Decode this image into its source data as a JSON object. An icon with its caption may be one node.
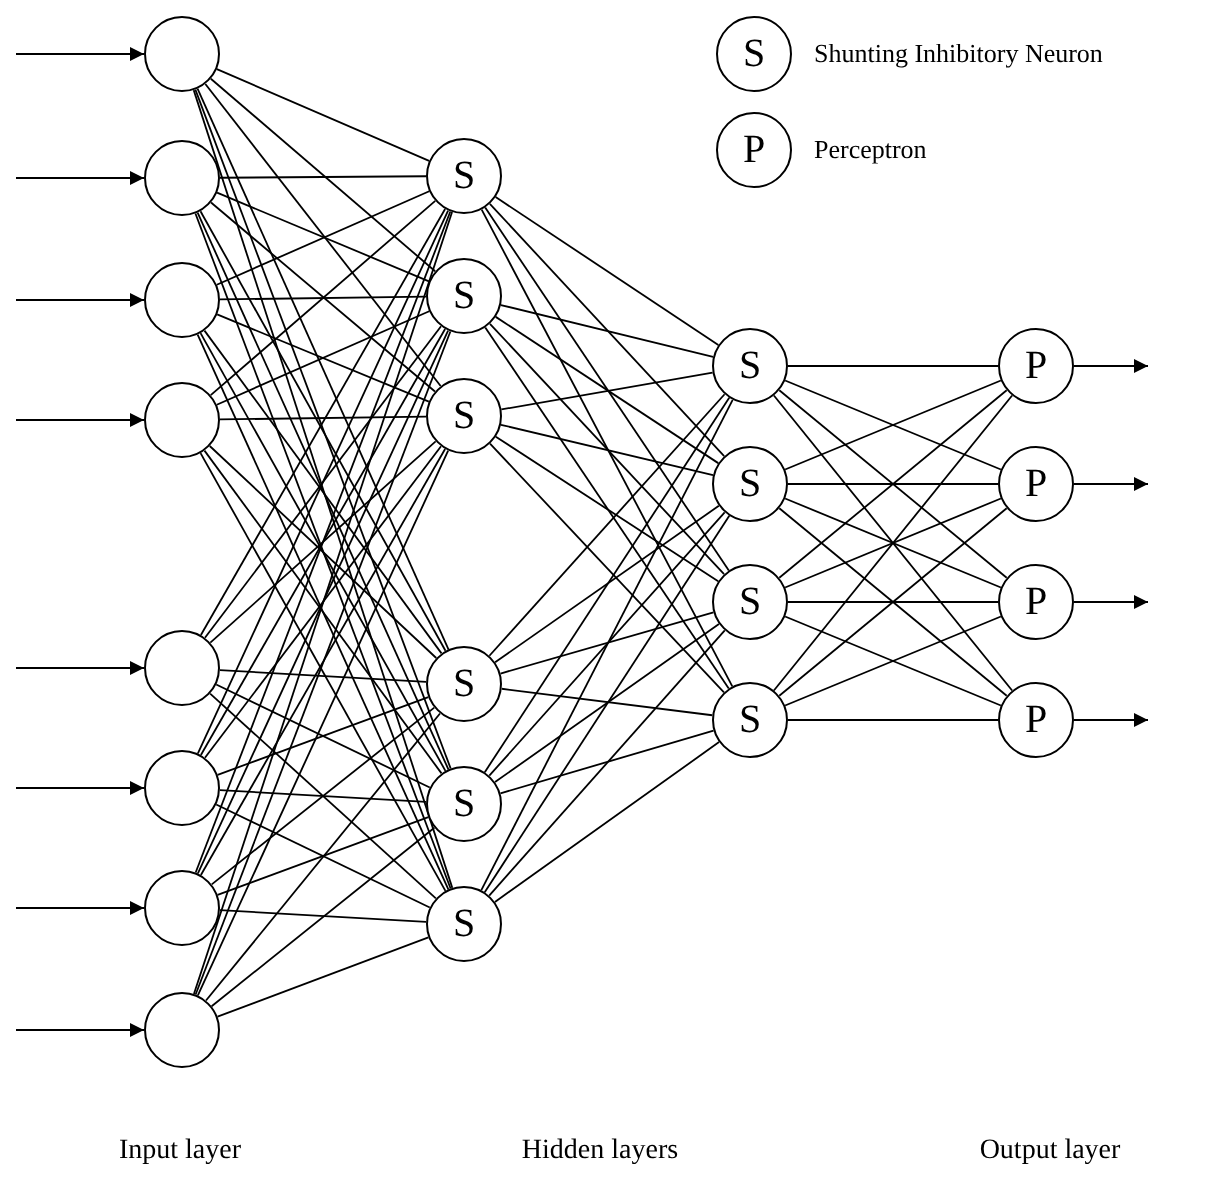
{
  "diagram": {
    "nodes": [
      {
        "text": [],
        "shape": "circle"
      },
      {
        "text": [],
        "shape": "circle"
      },
      {
        "text": [],
        "shape": "circle"
      },
      {
        "text": [],
        "shape": "circle"
      },
      {
        "text": [],
        "shape": "circle"
      },
      {
        "text": [],
        "shape": "circle"
      },
      {
        "text": [],
        "shape": "circle"
      },
      {
        "text": [],
        "shape": "circle"
      },
      {
        "text": [
          "S"
        ]
      },
      {
        "text": [
          "S"
        ]
      },
      {
        "text": [
          "S"
        ]
      },
      {
        "text": [
          "S"
        ]
      },
      {
        "text": [
          "S"
        ]
      },
      {
        "text": [
          "S"
        ]
      },
      {
        "text": [
          "S"
        ]
      },
      {
        "text": [
          "S"
        ]
      },
      {
        "text": [
          "S"
        ]
      },
      {
        "text": [
          "S"
        ]
      },
      {
        "text": [
          "P"
        ]
      },
      {
        "text": [
          "P"
        ]
      },
      {
        "text": [
          "P"
        ]
      },
      {
        "text": [
          "P"
        ]
      },
      {
        "text": [
          "S"
        ],
        "beside": [
          "Shunting Inhibitory Neuron"
        ]
      },
      {
        "text": [
          "P"
        ],
        "beside": [
          "Perceptron"
        ]
      }
    ],
    "edges": [
      {
        "from": null,
        "to": 0,
        "arrow": "to"
      },
      {
        "from": null,
        "to": 1,
        "arrow": "to"
      },
      {
        "from": null,
        "to": 2,
        "arrow": "to"
      },
      {
        "from": null,
        "to": 3,
        "arrow": "to"
      },
      {
        "from": null,
        "to": 4,
        "arrow": "to"
      },
      {
        "from": null,
        "to": 5,
        "arrow": "to"
      },
      {
        "from": null,
        "to": 6,
        "arrow": "to"
      },
      {
        "from": null,
        "to": 7,
        "arrow": "to"
      },
      {
        "from": 0,
        "to": 8,
        "arrow": "none"
      },
      {
        "from": 0,
        "to": 9,
        "arrow": "none"
      },
      {
        "from": 0,
        "to": 10,
        "arrow": "none"
      },
      {
        "from": 0,
        "to": 11,
        "arrow": "none"
      },
      {
        "from": 0,
        "to": 12,
        "arrow": "none"
      },
      {
        "from": 0,
        "to": 13,
        "arrow": "none"
      },
      {
        "from": 1,
        "to": 8,
        "arrow": "none"
      },
      {
        "from": 1,
        "to": 9,
        "arrow": "none"
      },
      {
        "from": 1,
        "to": 10,
        "arrow": "none"
      },
      {
        "from": 1,
        "to": 11,
        "arrow": "none"
      },
      {
        "from": 1,
        "to": 12,
        "arrow": "none"
      },
      {
        "from": 1,
        "to": 13,
        "arrow": "none"
      },
      {
        "from": 2,
        "to": 8,
        "arrow": "none"
      },
      {
        "from": 2,
        "to": 9,
        "arrow": "none"
      },
      {
        "from": 2,
        "to": 10,
        "arrow": "none"
      },
      {
        "from": 2,
        "to": 11,
        "arrow": "none"
      },
      {
        "from": 2,
        "to": 12,
        "arrow": "none"
      },
      {
        "from": 2,
        "to": 13,
        "arrow": "none"
      },
      {
        "from": 3,
        "to": 8,
        "arrow": "none"
      },
      {
        "from": 3,
        "to": 9,
        "arrow": "none"
      },
      {
        "from": 3,
        "to": 10,
        "arrow": "none"
      },
      {
        "from": 3,
        "to": 11,
        "arrow": "none"
      },
      {
        "from": 3,
        "to": 12,
        "arrow": "none"
      },
      {
        "from": 3,
        "to": 13,
        "arrow": "none"
      },
      {
        "from": 4,
        "to": 8,
        "arrow": "none"
      },
      {
        "from": 4,
        "to": 9,
        "arrow": "none"
      },
      {
        "from": 4,
        "to": 10,
        "arrow": "none"
      },
      {
        "from": 4,
        "to": 11,
        "arrow": "none"
      },
      {
        "from": 4,
        "to": 12,
        "arrow": "none"
      },
      {
        "from": 4,
        "to": 13,
        "arrow": "none"
      },
      {
        "from": 5,
        "to": 8,
        "arrow": "none"
      },
      {
        "from": 5,
        "to": 9,
        "arrow": "none"
      },
      {
        "from": 5,
        "to": 10,
        "arrow": "none"
      },
      {
        "from": 5,
        "to": 11,
        "arrow": "none"
      },
      {
        "from": 5,
        "to": 12,
        "arrow": "none"
      },
      {
        "from": 5,
        "to": 13,
        "arrow": "none"
      },
      {
        "from": 6,
        "to": 8,
        "arrow": "none"
      },
      {
        "from": 6,
        "to": 9,
        "arrow": "none"
      },
      {
        "from": 6,
        "to": 10,
        "arrow": "none"
      },
      {
        "from": 6,
        "to": 11,
        "arrow": "none"
      },
      {
        "from": 6,
        "to": 12,
        "arrow": "none"
      },
      {
        "from": 6,
        "to": 13,
        "arrow": "none"
      },
      {
        "from": 7,
        "to": 8,
        "arrow": "none"
      },
      {
        "from": 7,
        "to": 9,
        "arrow": "none"
      },
      {
        "from": 7,
        "to": 10,
        "arrow": "none"
      },
      {
        "from": 7,
        "to": 11,
        "arrow": "none"
      },
      {
        "from": 7,
        "to": 12,
        "arrow": "none"
      },
      {
        "from": 7,
        "to": 13,
        "arrow": "none"
      },
      {
        "from": 8,
        "to": 14,
        "arrow": "none"
      },
      {
        "from": 8,
        "to": 15,
        "arrow": "none"
      },
      {
        "from": 8,
        "to": 16,
        "arrow": "none"
      },
      {
        "from": 8,
        "to": 17,
        "arrow": "none"
      },
      {
        "from": 9,
        "to": 14,
        "arrow": "none"
      },
      {
        "from": 9,
        "to": 15,
        "arrow": "none"
      },
      {
        "from": 9,
        "to": 16,
        "arrow": "none"
      },
      {
        "from": 9,
        "to": 17,
        "arrow": "none"
      },
      {
        "from": 10,
        "to": 14,
        "arrow": "none"
      },
      {
        "from": 10,
        "to": 15,
        "arrow": "none"
      },
      {
        "from": 10,
        "to": 16,
        "arrow": "none"
      },
      {
        "from": 10,
        "to": 17,
        "arrow": "none"
      },
      {
        "from": 11,
        "to": 14,
        "arrow": "none"
      },
      {
        "from": 11,
        "to": 15,
        "arrow": "none"
      },
      {
        "from": 11,
        "to": 16,
        "arrow": "none"
      },
      {
        "from": 11,
        "to": 17,
        "arrow": "none"
      },
      {
        "from": 12,
        "to": 14,
        "arrow": "none"
      },
      {
        "from": 12,
        "to": 15,
        "arrow": "none"
      },
      {
        "from": 12,
        "to": 16,
        "arrow": "none"
      },
      {
        "from": 12,
        "to": 17,
        "arrow": "none"
      },
      {
        "from": 13,
        "to": 14,
        "arrow": "none"
      },
      {
        "from": 13,
        "to": 15,
        "arrow": "none"
      },
      {
        "from": 13,
        "to": 16,
        "arrow": "none"
      },
      {
        "from": 13,
        "to": 17,
        "arrow": "none"
      },
      {
        "from": 14,
        "to": 18,
        "arrow": "none"
      },
      {
        "from": 14,
        "to": 19,
        "arrow": "none"
      },
      {
        "from": 14,
        "to": 20,
        "arrow": "none"
      },
      {
        "from": 14,
        "to": 21,
        "arrow": "none"
      },
      {
        "from": 15,
        "to": 18,
        "arrow": "none"
      },
      {
        "from": 15,
        "to": 19,
        "arrow": "none"
      },
      {
        "from": 15,
        "to": 20,
        "arrow": "none"
      },
      {
        "from": 15,
        "to": 21,
        "arrow": "none"
      },
      {
        "from": 16,
        "to": 18,
        "arrow": "none"
      },
      {
        "from": 16,
        "to": 19,
        "arrow": "none"
      },
      {
        "from": 16,
        "to": 20,
        "arrow": "none"
      },
      {
        "from": 16,
        "to": 21,
        "arrow": "none"
      },
      {
        "from": 17,
        "to": 18,
        "arrow": "none"
      },
      {
        "from": 17,
        "to": 19,
        "arrow": "none"
      },
      {
        "from": 17,
        "to": 20,
        "arrow": "none"
      },
      {
        "from": 17,
        "to": 21,
        "arrow": "none"
      },
      {
        "from": 18,
        "to": null,
        "arrow": "to"
      },
      {
        "from": 19,
        "to": null,
        "arrow": "to"
      },
      {
        "from": 20,
        "to": null,
        "arrow": "to"
      },
      {
        "from": 21,
        "to": null,
        "arrow": "to"
      }
    ],
    "labels": [
      "Input layer",
      "Hidden layers",
      "Output layer"
    ]
  }
}
